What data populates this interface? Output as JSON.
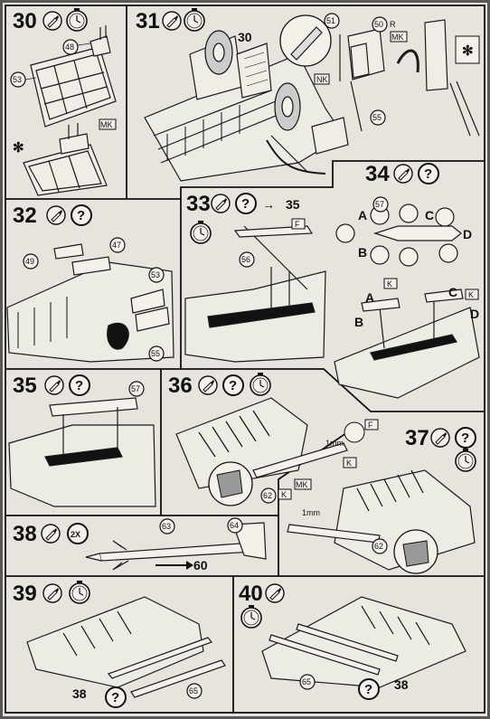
{
  "steps": {
    "s30": {
      "num": "30",
      "parts": [
        "48",
        "53"
      ],
      "mark": "MK",
      "star": "✻"
    },
    "s31": {
      "num": "31",
      "ref": "30",
      "parts": [
        "51",
        "50",
        "55"
      ],
      "marks": [
        "R",
        "MK",
        "NK"
      ],
      "star": "✻"
    },
    "s32": {
      "num": "32",
      "q": "?",
      "parts": [
        "49",
        "47",
        "53",
        "55"
      ]
    },
    "s33": {
      "num": "33",
      "q": "?",
      "arrow": "→",
      "next": "35",
      "part": "56",
      "mark": "F"
    },
    "s34": {
      "num": "34",
      "q": "?",
      "part": "57",
      "points": [
        "A",
        "B",
        "C",
        "D"
      ],
      "mark": "K"
    },
    "s35": {
      "num": "35",
      "q": "?",
      "part": "57"
    },
    "s36": {
      "num": "36",
      "q": "?",
      "part": "62",
      "dim": "1mm",
      "marks": [
        "F",
        "K",
        "MK"
      ]
    },
    "s37": {
      "num": "37",
      "q": "?",
      "part": "62",
      "dim": "1mm"
    },
    "s38": {
      "num": "38",
      "mult": "2X",
      "parts": [
        "63",
        "64"
      ],
      "next": "60"
    },
    "s39": {
      "num": "39",
      "parts": [
        "38",
        "65"
      ],
      "q": "?"
    },
    "s40": {
      "num": "40",
      "parts": [
        "65",
        "38"
      ],
      "q": "?"
    }
  },
  "colors": {
    "paper": "#e9e7e0",
    "ink": "#1a1a1a",
    "background": "#5a5856"
  },
  "icons": [
    "glue-tube-icon",
    "clock-icon",
    "question-icon",
    "star-icon"
  ]
}
